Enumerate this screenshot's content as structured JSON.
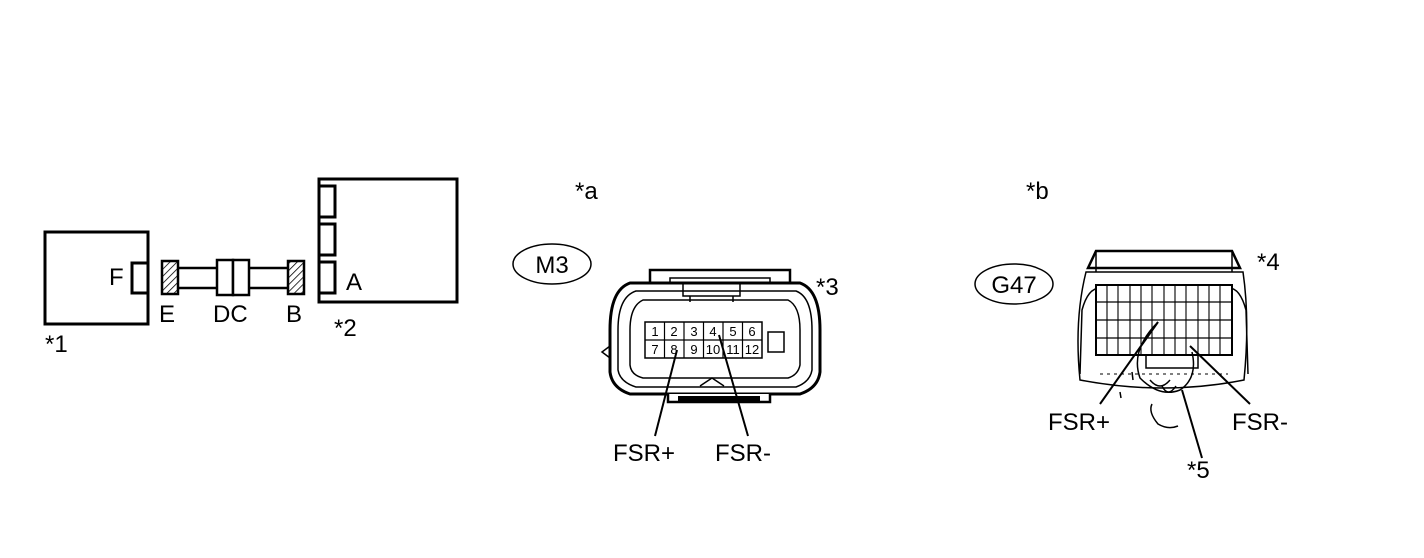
{
  "wiring": {
    "unit1_ref": "*1",
    "unit1_terminal": "F",
    "unit2_ref": "*2",
    "unit2_terminal": "A",
    "connector_e": "E",
    "connector_dc": "DC",
    "connector_b": "B"
  },
  "view_a": {
    "ref": "*a",
    "connector_code": "M3",
    "connector_ref": "*3",
    "pins_top": [
      "1",
      "2",
      "3",
      "4",
      "5",
      "6"
    ],
    "pins_bottom": [
      "7",
      "8",
      "9",
      "10",
      "11",
      "12"
    ],
    "signal_plus": "FSR+",
    "signal_minus": "FSR-"
  },
  "view_b": {
    "ref": "*b",
    "connector_code": "G47",
    "connector_ref": "*4",
    "probe_ref": "*5",
    "signal_plus": "FSR+",
    "signal_minus": "FSR-"
  }
}
